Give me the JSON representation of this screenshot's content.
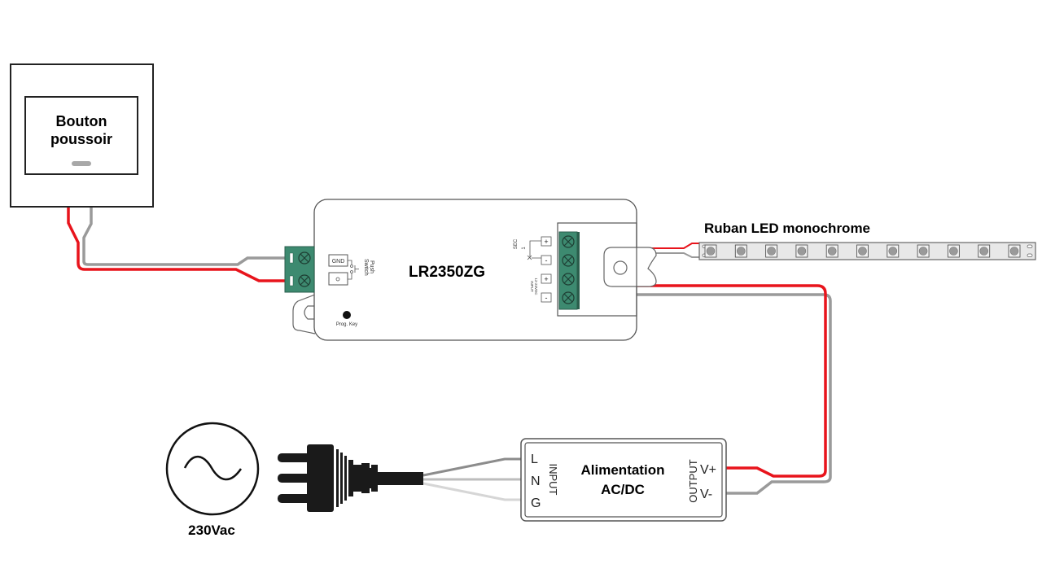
{
  "diagram": {
    "title": "LR2350ZG wiring diagram",
    "colors": {
      "wire_positive": "#e8141c",
      "wire_negative": "#9a9a9a",
      "terminal_green": "#3d8a70",
      "terminal_dark": "#2a5e4c",
      "outline": "#555555",
      "plug": "#1a1a1a"
    },
    "push_button": {
      "label_line1": "Bouton",
      "label_line2": "poussoir"
    },
    "controller": {
      "model": "LR2350ZG",
      "left_terminal": {
        "gnd_label": "GND",
        "switch_label_line1": "Push",
        "switch_label_line2": "Switch"
      },
      "prog_key_label": "Prog. Key",
      "right_terminal": {
        "sec_label": "SEC",
        "sec_number": "1",
        "plus": "+",
        "minus": "-",
        "input_label_line1": "INPUT",
        "input_label_line2": "12-24VDC"
      }
    },
    "led_strip": {
      "label": "Ruban LED monochrome",
      "led_count": 11
    },
    "power_supply": {
      "label_line1": "Alimentation",
      "label_line2": "AC/DC",
      "input_label": "INPUT",
      "output_label": "OUTPUT",
      "input_pins": [
        "L",
        "N",
        "G"
      ],
      "output_pins": [
        "V+",
        "V-"
      ]
    },
    "mains": {
      "label": "230Vac",
      "symbol": "ac-sine-icon"
    }
  }
}
